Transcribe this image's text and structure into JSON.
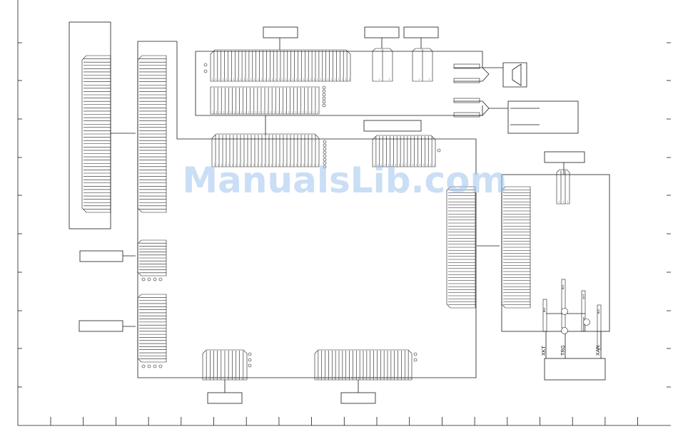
{
  "watermark": "ManualsLib.com",
  "trigger_connector": {
    "labels": [
      "XKT",
      "TRG",
      "XAN"
    ],
    "terminal_labels": [
      "BLK",
      "BLK",
      "WHT",
      "BLK"
    ]
  },
  "pin_glyph": "—",
  "colors": {
    "line": "#1a1a1a",
    "watermark": "#9fc3ec",
    "background": "#ffffff"
  }
}
